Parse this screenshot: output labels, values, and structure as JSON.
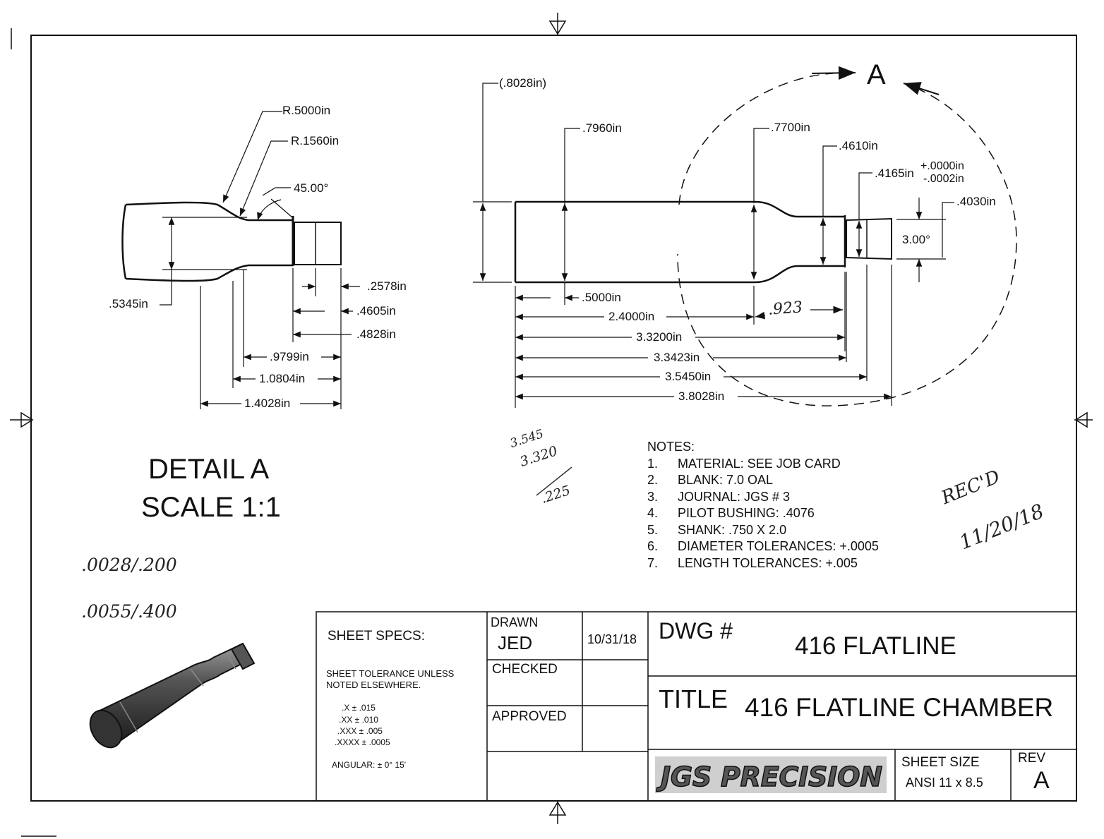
{
  "detail_a": {
    "radius_large": "R.5000in",
    "radius_small": "R.1560in",
    "shoulder_angle": "45.00°",
    "body_diameter": ".5345in",
    "dim_2578": ".2578in",
    "dim_4605": ".4605in",
    "dim_4828": ".4828in",
    "dim_9799": ".9799in",
    "dim_10804": "1.0804in",
    "dim_14028": "1.4028in",
    "title_line1": "DETAIL A",
    "title_line2": "SCALE 1:1"
  },
  "main_view": {
    "dia_8028": "(.8028in)",
    "dia_7960": ".7960in",
    "dia_7700": ".7700in",
    "dia_4610": ".4610in",
    "dia_4165": ".4165in",
    "tol_plus": "+.0000in",
    "tol_minus": "-.0002in",
    "dia_4030": ".4030in",
    "taper_angle": "3.00°",
    "len_5000": ".5000in",
    "len_24000": "2.4000in",
    "len_33200": "3.3200in",
    "len_33423": "3.3423in",
    "len_35450": "3.5450in",
    "len_38028": "3.8028in",
    "detail_label": "A"
  },
  "notes": {
    "heading": "NOTES:",
    "items": [
      {
        "num": "1.",
        "text": "MATERIAL: SEE JOB CARD"
      },
      {
        "num": "2.",
        "text": "BLANK: 7.0 OAL"
      },
      {
        "num": "3.",
        "text": "JOURNAL: JGS # 3"
      },
      {
        "num": "4.",
        "text": "PILOT BUSHING: .4076"
      },
      {
        "num": "5.",
        "text": "SHANK: .750 X 2.0"
      },
      {
        "num": "6.",
        "text": "DIAMETER TOLERANCES: +.0005"
      },
      {
        "num": "7.",
        "text": "LENGTH TOLERANCES: +.005"
      }
    ]
  },
  "handwritten": {
    "dim_923": ".923",
    "calc_line1": "3.545",
    "calc_line2": "3.320",
    "calc_result": ".225",
    "received": "REC'D",
    "received_date": "11/20/18",
    "note1": ".0028/.200",
    "note2": ".0055/.400"
  },
  "title_block": {
    "sheet_specs": "SHEET SPECS:",
    "tolerance_heading_1": "SHEET TOLERANCE UNLESS",
    "tolerance_heading_2": "NOTED ELSEWHERE.",
    "tol_x": ".X  ±  .015",
    "tol_xx": ".XX  ±  .010",
    "tol_xxx": ".XXX  ±  .005",
    "tol_xxxx": ".XXXX  ±  .0005",
    "angular": "ANGULAR: ± 0° 15'",
    "drawn_label": "DRAWN",
    "drawn_by": "JED",
    "drawn_date": "10/31/18",
    "checked_label": "CHECKED",
    "approved_label": "APPROVED",
    "dwg_label": "DWG #",
    "dwg_number": "416 FLATLINE",
    "title_label": "TITLE",
    "title_value": "416 FLATLINE CHAMBER",
    "logo_text": "JGS PRECISION",
    "sheet_size_label": "SHEET SIZE",
    "sheet_size_value": "ANSI 11 x 8.5",
    "rev_label": "REV",
    "rev_value": "A"
  }
}
